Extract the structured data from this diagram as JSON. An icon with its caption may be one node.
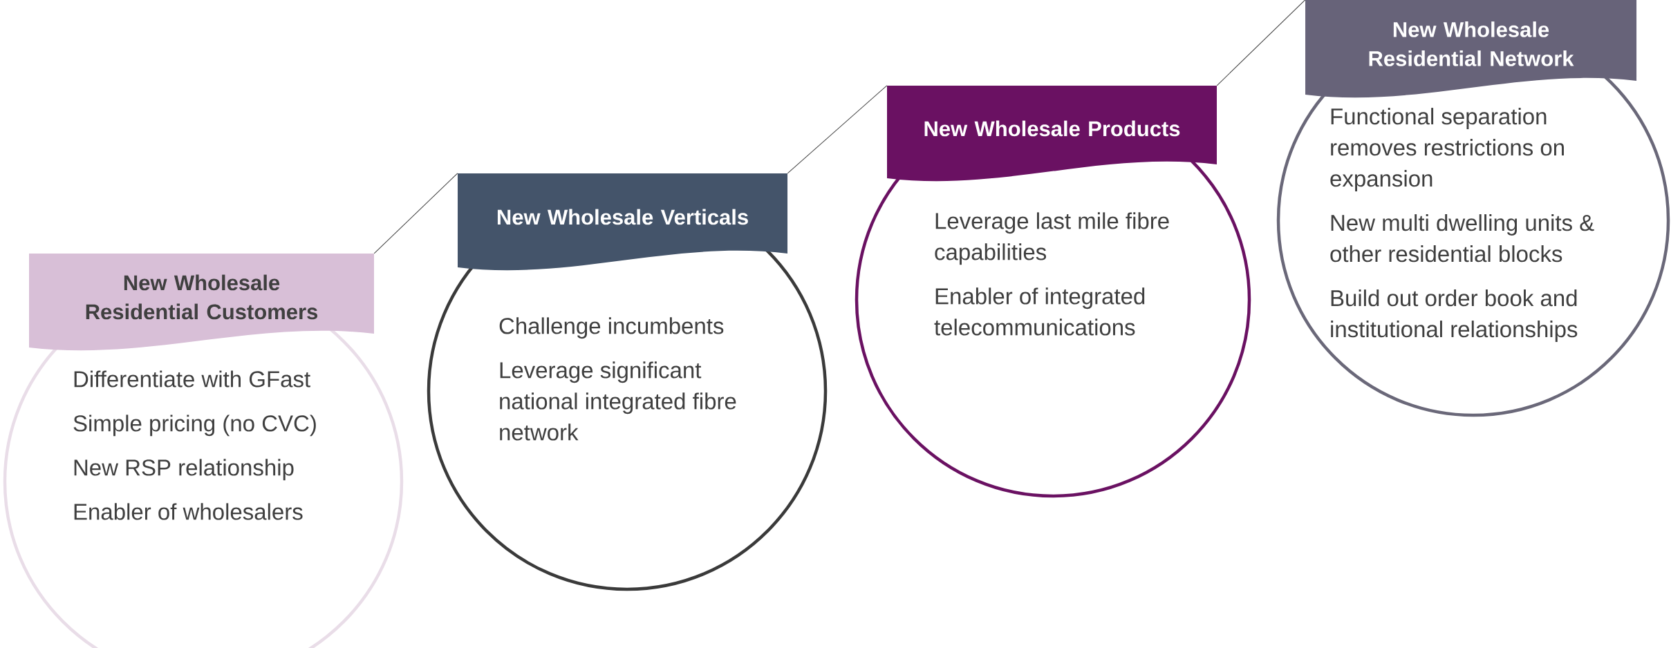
{
  "diagram": {
    "nodes": [
      {
        "text": [
          "New Wholesale Residential Customers"
        ]
      },
      {
        "text": [
          "Differentiate with GFast",
          "Simple pricing (no CVC)",
          "New RSP relationship",
          "Enabler of wholesalers"
        ]
      },
      {
        "text": [
          "New Wholesale Verticals"
        ]
      },
      {
        "text": [
          "Challenge incumbents",
          "Leverage significant national integrated fibre network"
        ]
      },
      {
        "text": [
          "New Wholesale Products"
        ]
      },
      {
        "text": [
          "Leverage last mile fibre capabilities",
          "Enabler of integrated telecommunications"
        ]
      },
      {
        "text": [
          "New Wholesale Residential Network"
        ]
      },
      {
        "text": [
          "Functional separation removes restrictions on expansion",
          "New multi dwelling units & other residential blocks",
          "Build out order book and institutional relationships"
        ]
      }
    ],
    "edges": [
      {
        "from": 0,
        "to": 2,
        "arrow": "none"
      },
      {
        "from": 2,
        "to": 4,
        "arrow": "none"
      },
      {
        "from": 4,
        "to": 6,
        "arrow": "none"
      }
    ]
  }
}
